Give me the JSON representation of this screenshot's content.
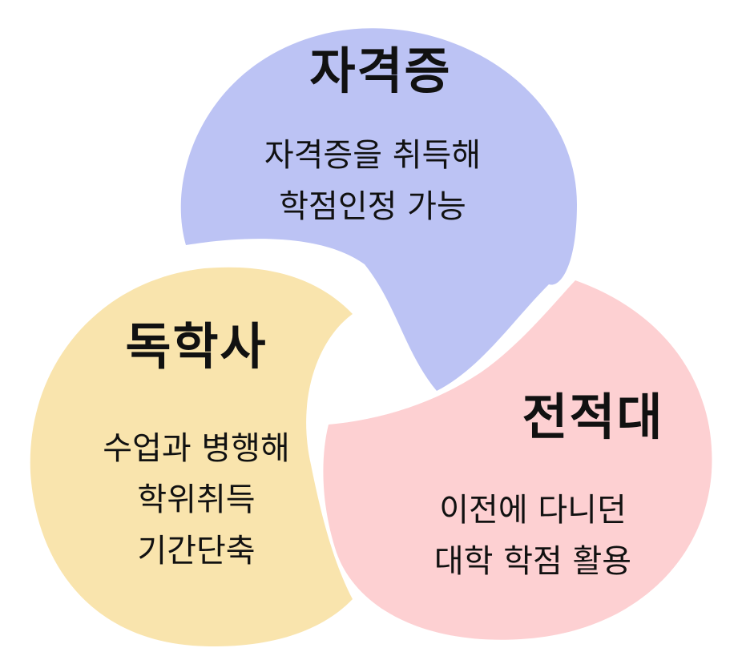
{
  "colors": {
    "certificate": "#bcc3f4",
    "dokhaksa": "#f9e4ad",
    "transfer": "#fdd0d2",
    "text": "#111111"
  },
  "segments": [
    {
      "title": "자격증",
      "lines": [
        "자격증을 취득해",
        "학점인정 가능"
      ]
    },
    {
      "title": "독학사",
      "lines": [
        "수업과 병행해",
        "학위취득",
        "기간단축"
      ]
    },
    {
      "title": "전적대",
      "lines": [
        "이전에 다니던",
        "대학 학점 활용"
      ]
    }
  ]
}
